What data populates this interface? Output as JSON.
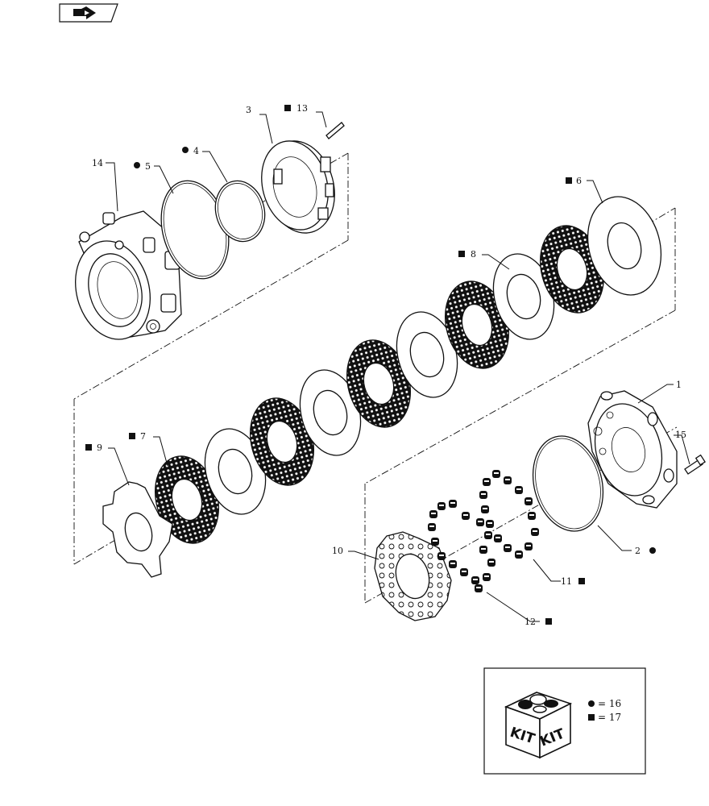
{
  "callouts": [
    {
      "id": "c1",
      "text": "1",
      "marker": "none"
    },
    {
      "id": "c2",
      "text": "2",
      "marker": "circle"
    },
    {
      "id": "c3",
      "text": "3",
      "marker": "none"
    },
    {
      "id": "c4",
      "text": "4",
      "marker": "circle"
    },
    {
      "id": "c5",
      "text": "5",
      "marker": "circle"
    },
    {
      "id": "c6",
      "text": "6",
      "marker": "square"
    },
    {
      "id": "c7",
      "text": "7",
      "marker": "square"
    },
    {
      "id": "c8",
      "text": "8",
      "marker": "square"
    },
    {
      "id": "c9",
      "text": "9",
      "marker": "square"
    },
    {
      "id": "c10",
      "text": "10",
      "marker": "none"
    },
    {
      "id": "c11",
      "text": "11",
      "marker": "square"
    },
    {
      "id": "c12",
      "text": "12",
      "marker": "square"
    },
    {
      "id": "c13",
      "text": "13",
      "marker": "square"
    },
    {
      "id": "c14",
      "text": "14",
      "marker": "none"
    },
    {
      "id": "c15",
      "text": "15",
      "marker": "none"
    }
  ],
  "legend": {
    "kit_label_left": "KIT",
    "kit_label_right": "KIT",
    "items": [
      {
        "marker": "circle",
        "text": "= 16"
      },
      {
        "marker": "square",
        "text": "= 17"
      }
    ]
  },
  "icons": {
    "nav": "back-to-index-icon",
    "kit": "kit-box-icon"
  }
}
